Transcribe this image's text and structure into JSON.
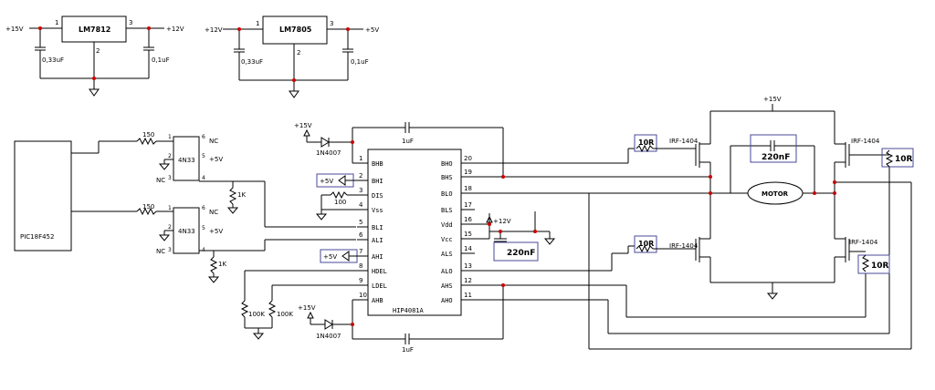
{
  "regulators": [
    {
      "part": "LM7812",
      "input": "+15V",
      "output": "+12V",
      "pin_in": "1",
      "pin_out": "3",
      "pin_gnd": "2",
      "cap_in": "0,33uF",
      "cap_out": "0,1uF"
    },
    {
      "part": "LM7805",
      "input": "+12V",
      "output": "+5V",
      "pin_in": "1",
      "pin_out": "3",
      "pin_gnd": "2",
      "cap_in": "0,33uF",
      "cap_out": "0,1uF"
    }
  ],
  "mcu": {
    "part": "PIC18F452"
  },
  "opto_top": {
    "part": "4N33",
    "r_in": "150",
    "r_pull": "1K",
    "vcc": "+5V",
    "nc6": "NC",
    "nc3": "NC",
    "pins": [
      "1",
      "2",
      "3",
      "4",
      "5",
      "6"
    ]
  },
  "opto_bot": {
    "part": "4N33",
    "r_in": "150",
    "r_pull": "1K",
    "vcc": "+5V",
    "nc6": "NC",
    "nc3": "NC",
    "pins": [
      "1",
      "2",
      "3",
      "4",
      "5",
      "6"
    ]
  },
  "driver": {
    "part": "HIP4081A",
    "left_pins": [
      {
        "num": "1",
        "name": "BHB"
      },
      {
        "num": "2",
        "name": "BHI"
      },
      {
        "num": "3",
        "name": "DIS"
      },
      {
        "num": "4",
        "name": "Vss"
      },
      {
        "num": "5",
        "name": "BLI"
      },
      {
        "num": "6",
        "name": "ALI"
      },
      {
        "num": "7",
        "name": "AHI"
      },
      {
        "num": "8",
        "name": "HDEL"
      },
      {
        "num": "9",
        "name": "LDEL"
      },
      {
        "num": "10",
        "name": "AHB"
      }
    ],
    "right_pins": [
      {
        "num": "20",
        "name": "BHO"
      },
      {
        "num": "19",
        "name": "BHS"
      },
      {
        "num": "18",
        "name": "BLO"
      },
      {
        "num": "17",
        "name": "BLS"
      },
      {
        "num": "16",
        "name": "Vdd"
      },
      {
        "num": "15",
        "name": "Vcc"
      },
      {
        "num": "14",
        "name": "ALS"
      },
      {
        "num": "13",
        "name": "ALO"
      },
      {
        "num": "12",
        "name": "AHS"
      },
      {
        "num": "11",
        "name": "AHO"
      }
    ]
  },
  "labels": {
    "plus15": "+15V",
    "plus5": "+5V",
    "plus12": "+12V",
    "diode": "1N4007",
    "boot_cap": "1uF",
    "dis_res": "100",
    "hdel": "100K",
    "ldel": "100K",
    "vdd_cap": "220nF",
    "gate_res": "10R",
    "mosfet": "IRF-1404",
    "motor_cap": "220nF",
    "motor": "MOTOR"
  }
}
